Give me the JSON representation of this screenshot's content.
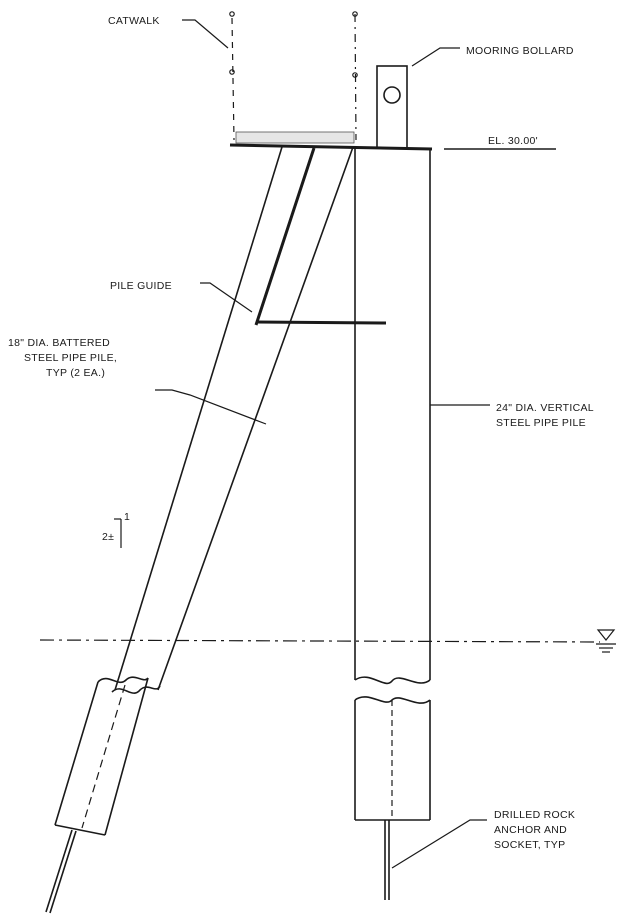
{
  "labels": {
    "catwalk": "CATWALK",
    "mooring_bollard": "MOORING BOLLARD",
    "elevation": "EL. 30.00'",
    "pile_guide": "PILE GUIDE",
    "battered_pile": [
      "18\" DIA. BATTERED",
      "STEEL PIPE PILE,",
      "TYP (2 EA.)"
    ],
    "vertical_pile": [
      "24\" DIA. VERTICAL",
      "STEEL PIPE PILE"
    ],
    "batter_ratio_run": "2±",
    "batter_ratio_rise": "1",
    "rock_anchor": [
      "DRILLED ROCK",
      "ANCHOR AND",
      "SOCKET, TYP"
    ]
  },
  "colors": {
    "ink": "#1a1a1a",
    "paper": "#ffffff"
  },
  "icons": {
    "water_level": "water-level-triangle-icon"
  }
}
